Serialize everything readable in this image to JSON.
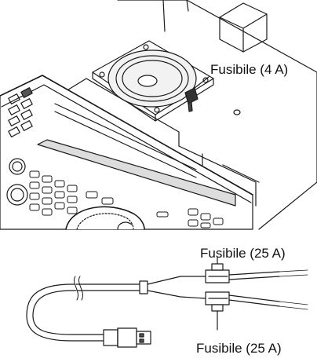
{
  "labels": {
    "fuse_4a": "Fusibile (4 A)",
    "fuse_25a_top": "Fusibile (25 A)",
    "fuse_25a_bottom": "Fusibile (25 A)"
  },
  "colors": {
    "line": "#1a1a1a",
    "panel_dark": "#555555",
    "speaker_fill": "#f2f2f2",
    "background": "#ffffff"
  }
}
